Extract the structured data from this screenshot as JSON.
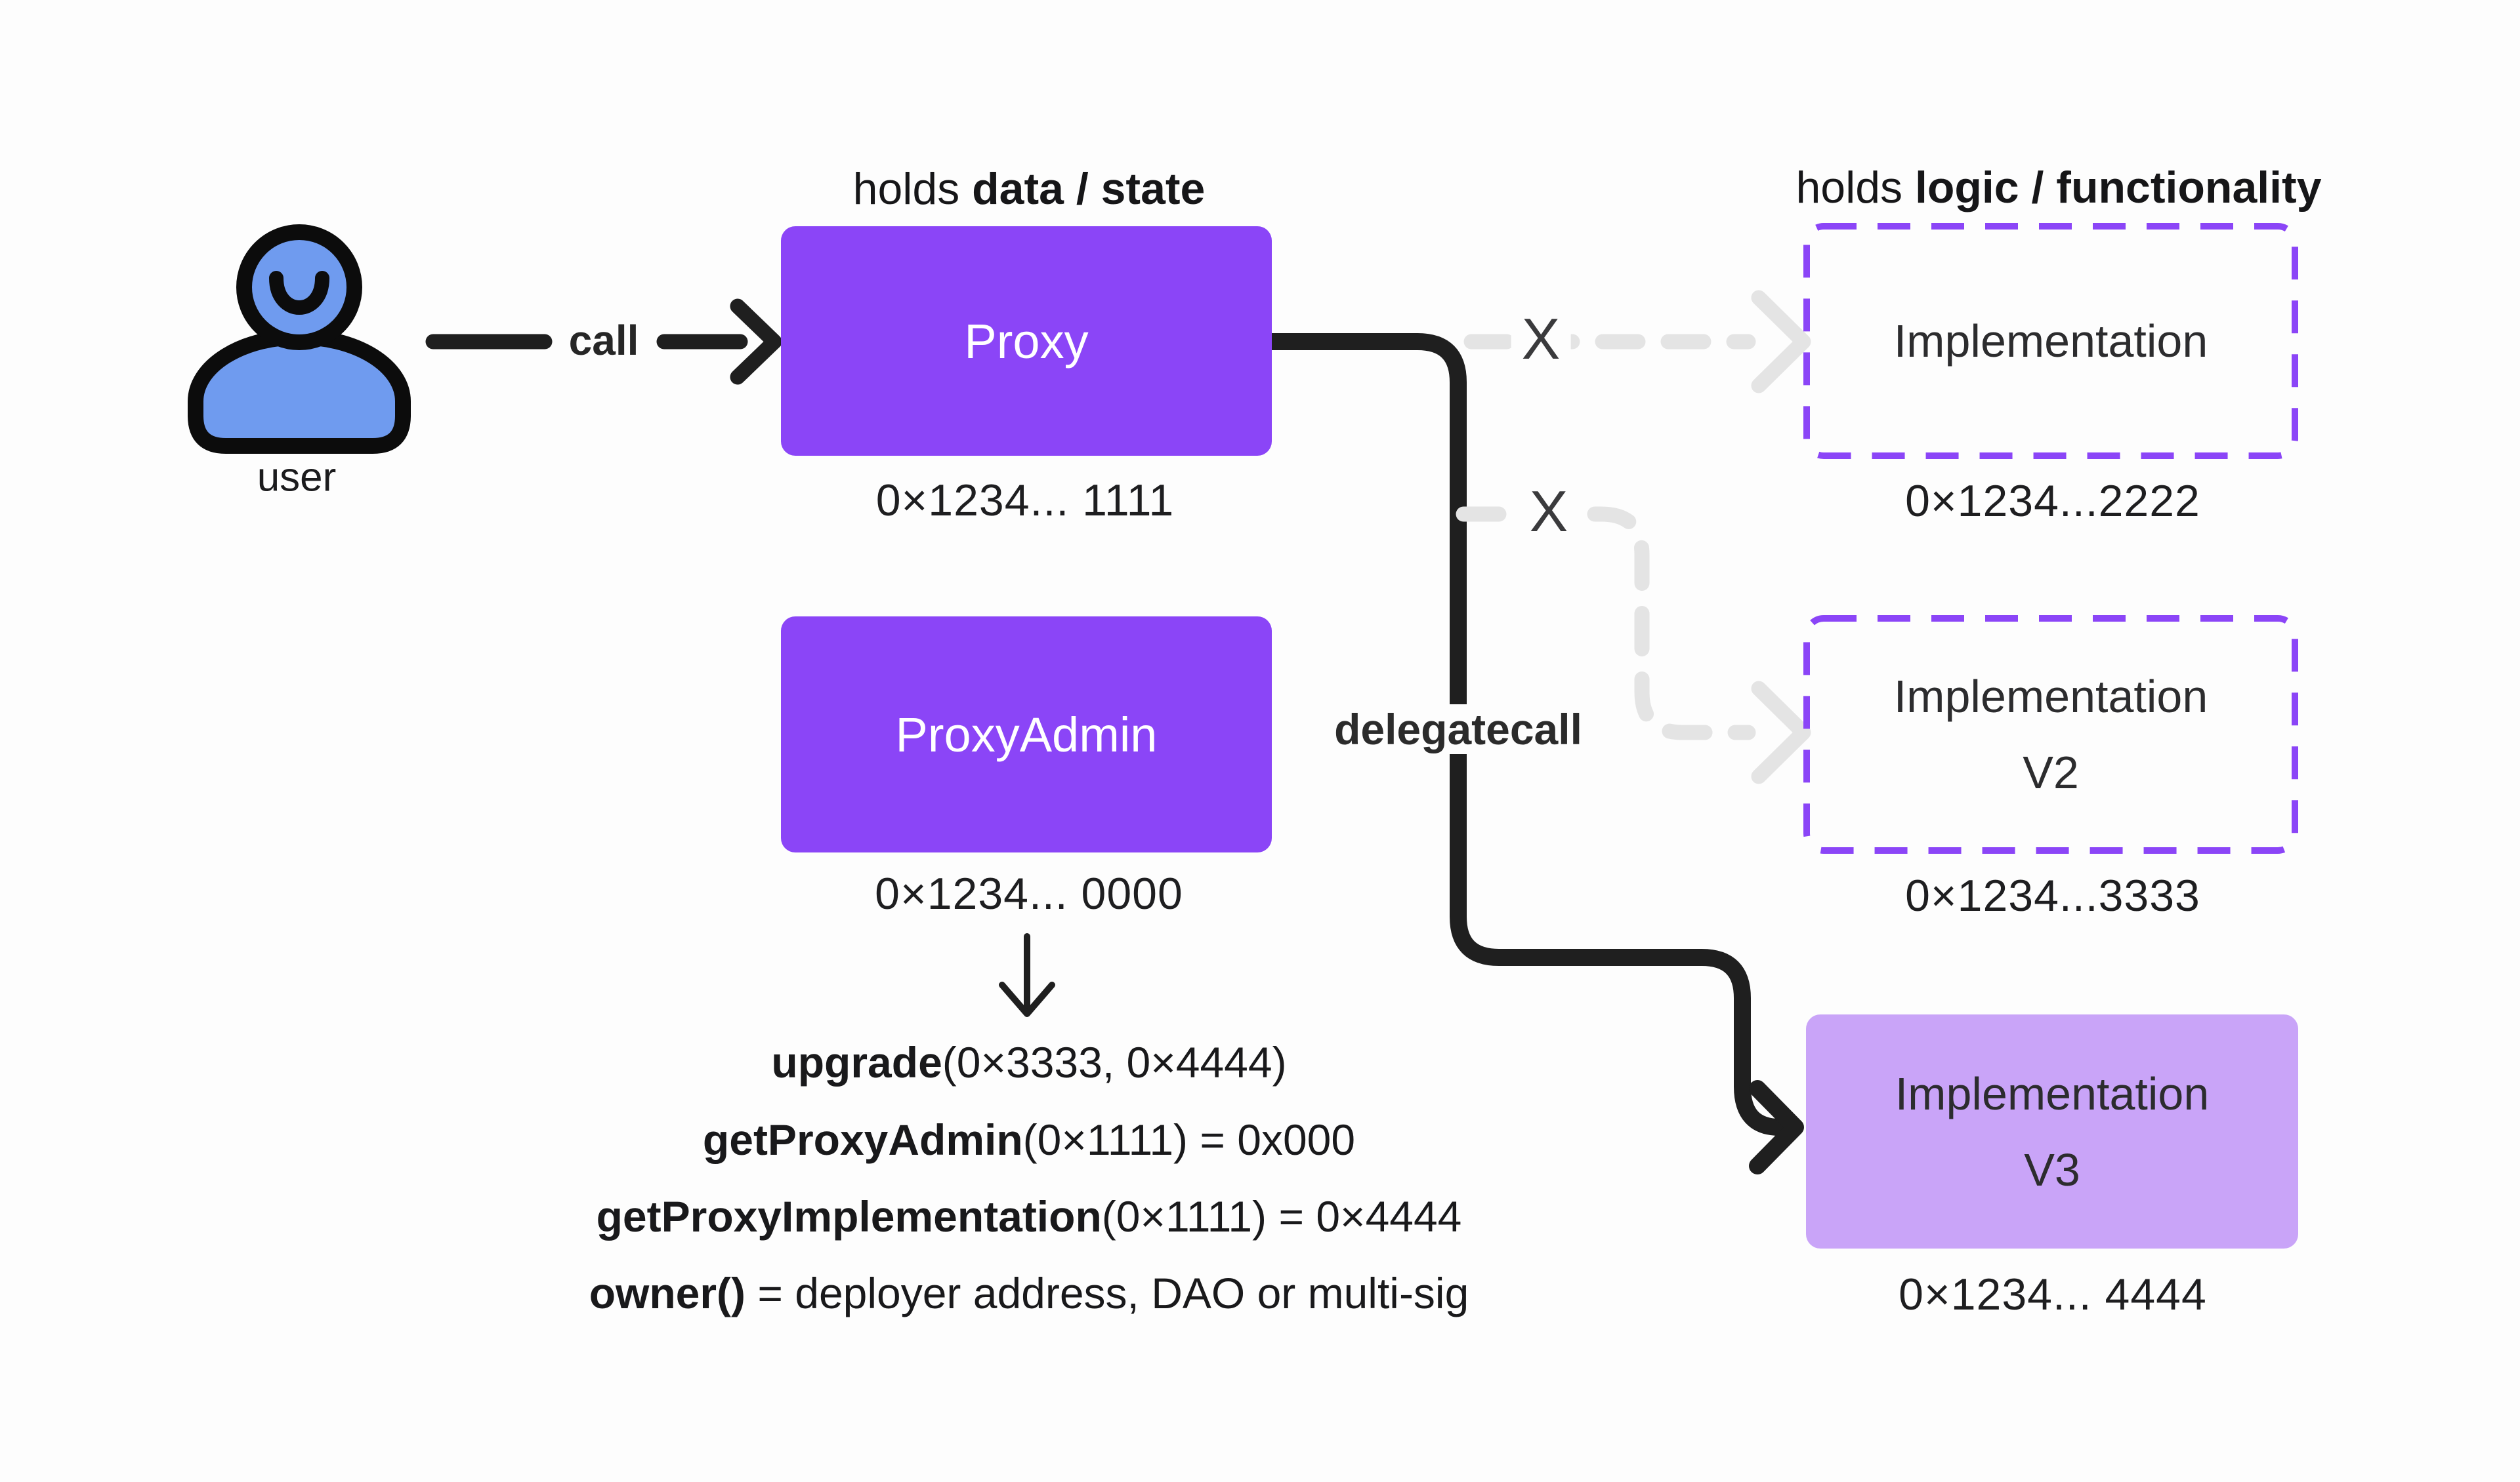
{
  "colors": {
    "background": "#FDFDFD",
    "purple_solid": "#8B45F7",
    "purple_light": "#C9A4F8",
    "gray_dashed": "#E4E4E4",
    "ink": "#1F1F1F",
    "user_blue": "#6F9BEF"
  },
  "left": {
    "user_label": "user",
    "call_label": "call"
  },
  "proxy": {
    "heading_normal": "holds ",
    "heading_bold": "data / state",
    "box_label": "Proxy",
    "address": "0×1234... 1111"
  },
  "proxy_admin": {
    "box_label": "ProxyAdmin",
    "address": "0×1234... 0000",
    "functions": [
      {
        "name": "upgrade",
        "rest": "(0×3333, 0×4444)"
      },
      {
        "name": "getProxyAdmin",
        "rest": "(0×1111) = 0x000"
      },
      {
        "name": "getProxyImplementation",
        "rest": "(0×1111) = 0×4444"
      },
      {
        "name": "owner()",
        "rest": " = deployer address, DAO or multi-sig"
      }
    ]
  },
  "implementations": {
    "heading_normal": "holds ",
    "heading_bold": "logic / functionality",
    "v1": {
      "label_line1": "Implementation",
      "address": "0×1234...2222"
    },
    "v2": {
      "label_line1": "Implementation",
      "label_line2": "V2",
      "address": "0×1234...3333"
    },
    "v3": {
      "label_line1": "Implementation",
      "label_line2": "V3",
      "address": "0×1234... 4444"
    }
  },
  "edges": {
    "delegatecall_label": "delegatecall",
    "blocked_mark_1": "X",
    "blocked_mark_2": "X"
  }
}
